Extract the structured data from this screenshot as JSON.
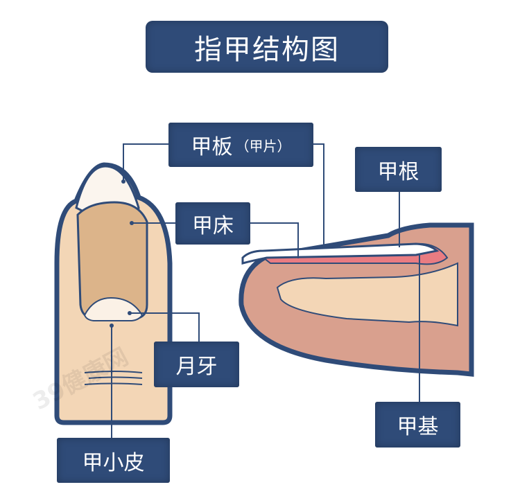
{
  "title": "指甲结构图",
  "labels": {
    "nail_plate": "甲板",
    "nail_plate_alt": "（甲片）",
    "nail_root": "甲根",
    "nail_bed": "甲床",
    "lunula": "月牙",
    "cuticle": "甲小皮",
    "matrix": "甲基"
  },
  "watermark": "39健康网",
  "colors": {
    "label_bg": "#2f4b78",
    "skin": "#f3d6b6",
    "nail_bed": "#dcb48a",
    "side_skin": "#d9a08e",
    "nail_pink": "#e97c82"
  }
}
